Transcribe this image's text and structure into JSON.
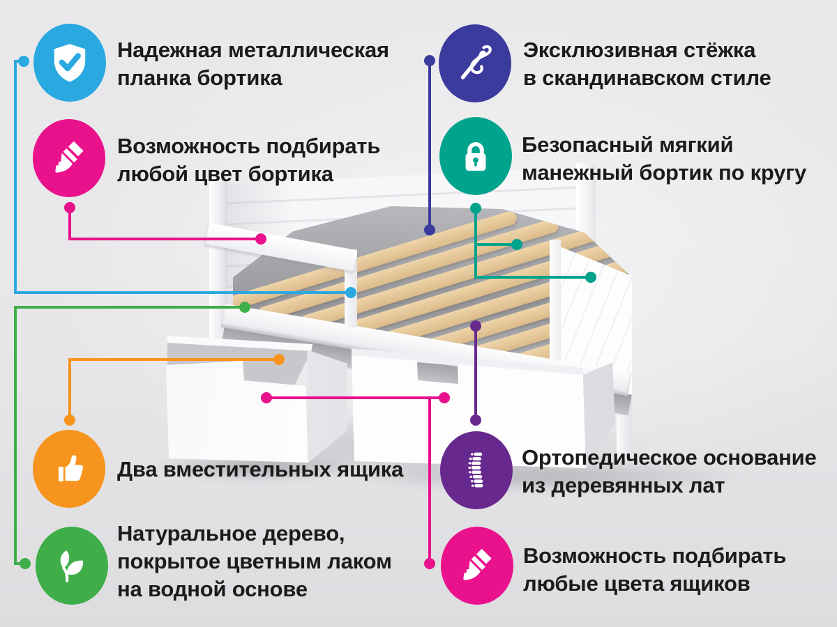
{
  "features": [
    {
      "id": "rail-plank",
      "icon": "shield-check-icon",
      "color": "#2AA9E0",
      "lines": [
        "Надежная металлическая",
        "планка бортика"
      ]
    },
    {
      "id": "exclusive-stitching",
      "icon": "needle-thread-icon",
      "color": "#3B3A9D",
      "lines": [
        "Эксклюзивная стёжка",
        "в скандинавском стиле"
      ]
    },
    {
      "id": "rail-any-color",
      "icon": "paintbrush-icon",
      "color": "#E9118C",
      "lines": [
        "Возможность подбирать",
        "любой цвет бортика"
      ]
    },
    {
      "id": "soft-bumper",
      "icon": "padlock-icon",
      "color": "#00A38B",
      "lines": [
        "Безопасный мягкий",
        "манежный бортик по кругу"
      ]
    },
    {
      "id": "two-drawers",
      "icon": "thumbs-up-icon",
      "color": "#F7941D",
      "lines": [
        "Два вместительных ящика"
      ]
    },
    {
      "id": "orthopedic-base",
      "icon": "spine-icon",
      "color": "#68298F",
      "lines": [
        "Ортопедическое основание",
        "из деревянных лат"
      ]
    },
    {
      "id": "natural-wood",
      "icon": "leaf-icon",
      "color": "#3FAE49",
      "lines": [
        "Натуральное дерево,",
        "покрытое цветным лаком",
        "на водной основе"
      ]
    },
    {
      "id": "drawer-any-colors",
      "icon": "paintbrush-icon",
      "color": "#E9118C",
      "lines": [
        "Возможность подбирать",
        "любые цвета ящиков"
      ]
    }
  ],
  "illustration": {
    "subject": "white children's daybed with quilted soft bumper, wooden orthopedic slats and two pull-out drawers",
    "wood_color": "#E3C193",
    "frame_color": "#FBFBFD",
    "background_color": "#E9E9EB",
    "text_color": "#1B1B1B"
  }
}
